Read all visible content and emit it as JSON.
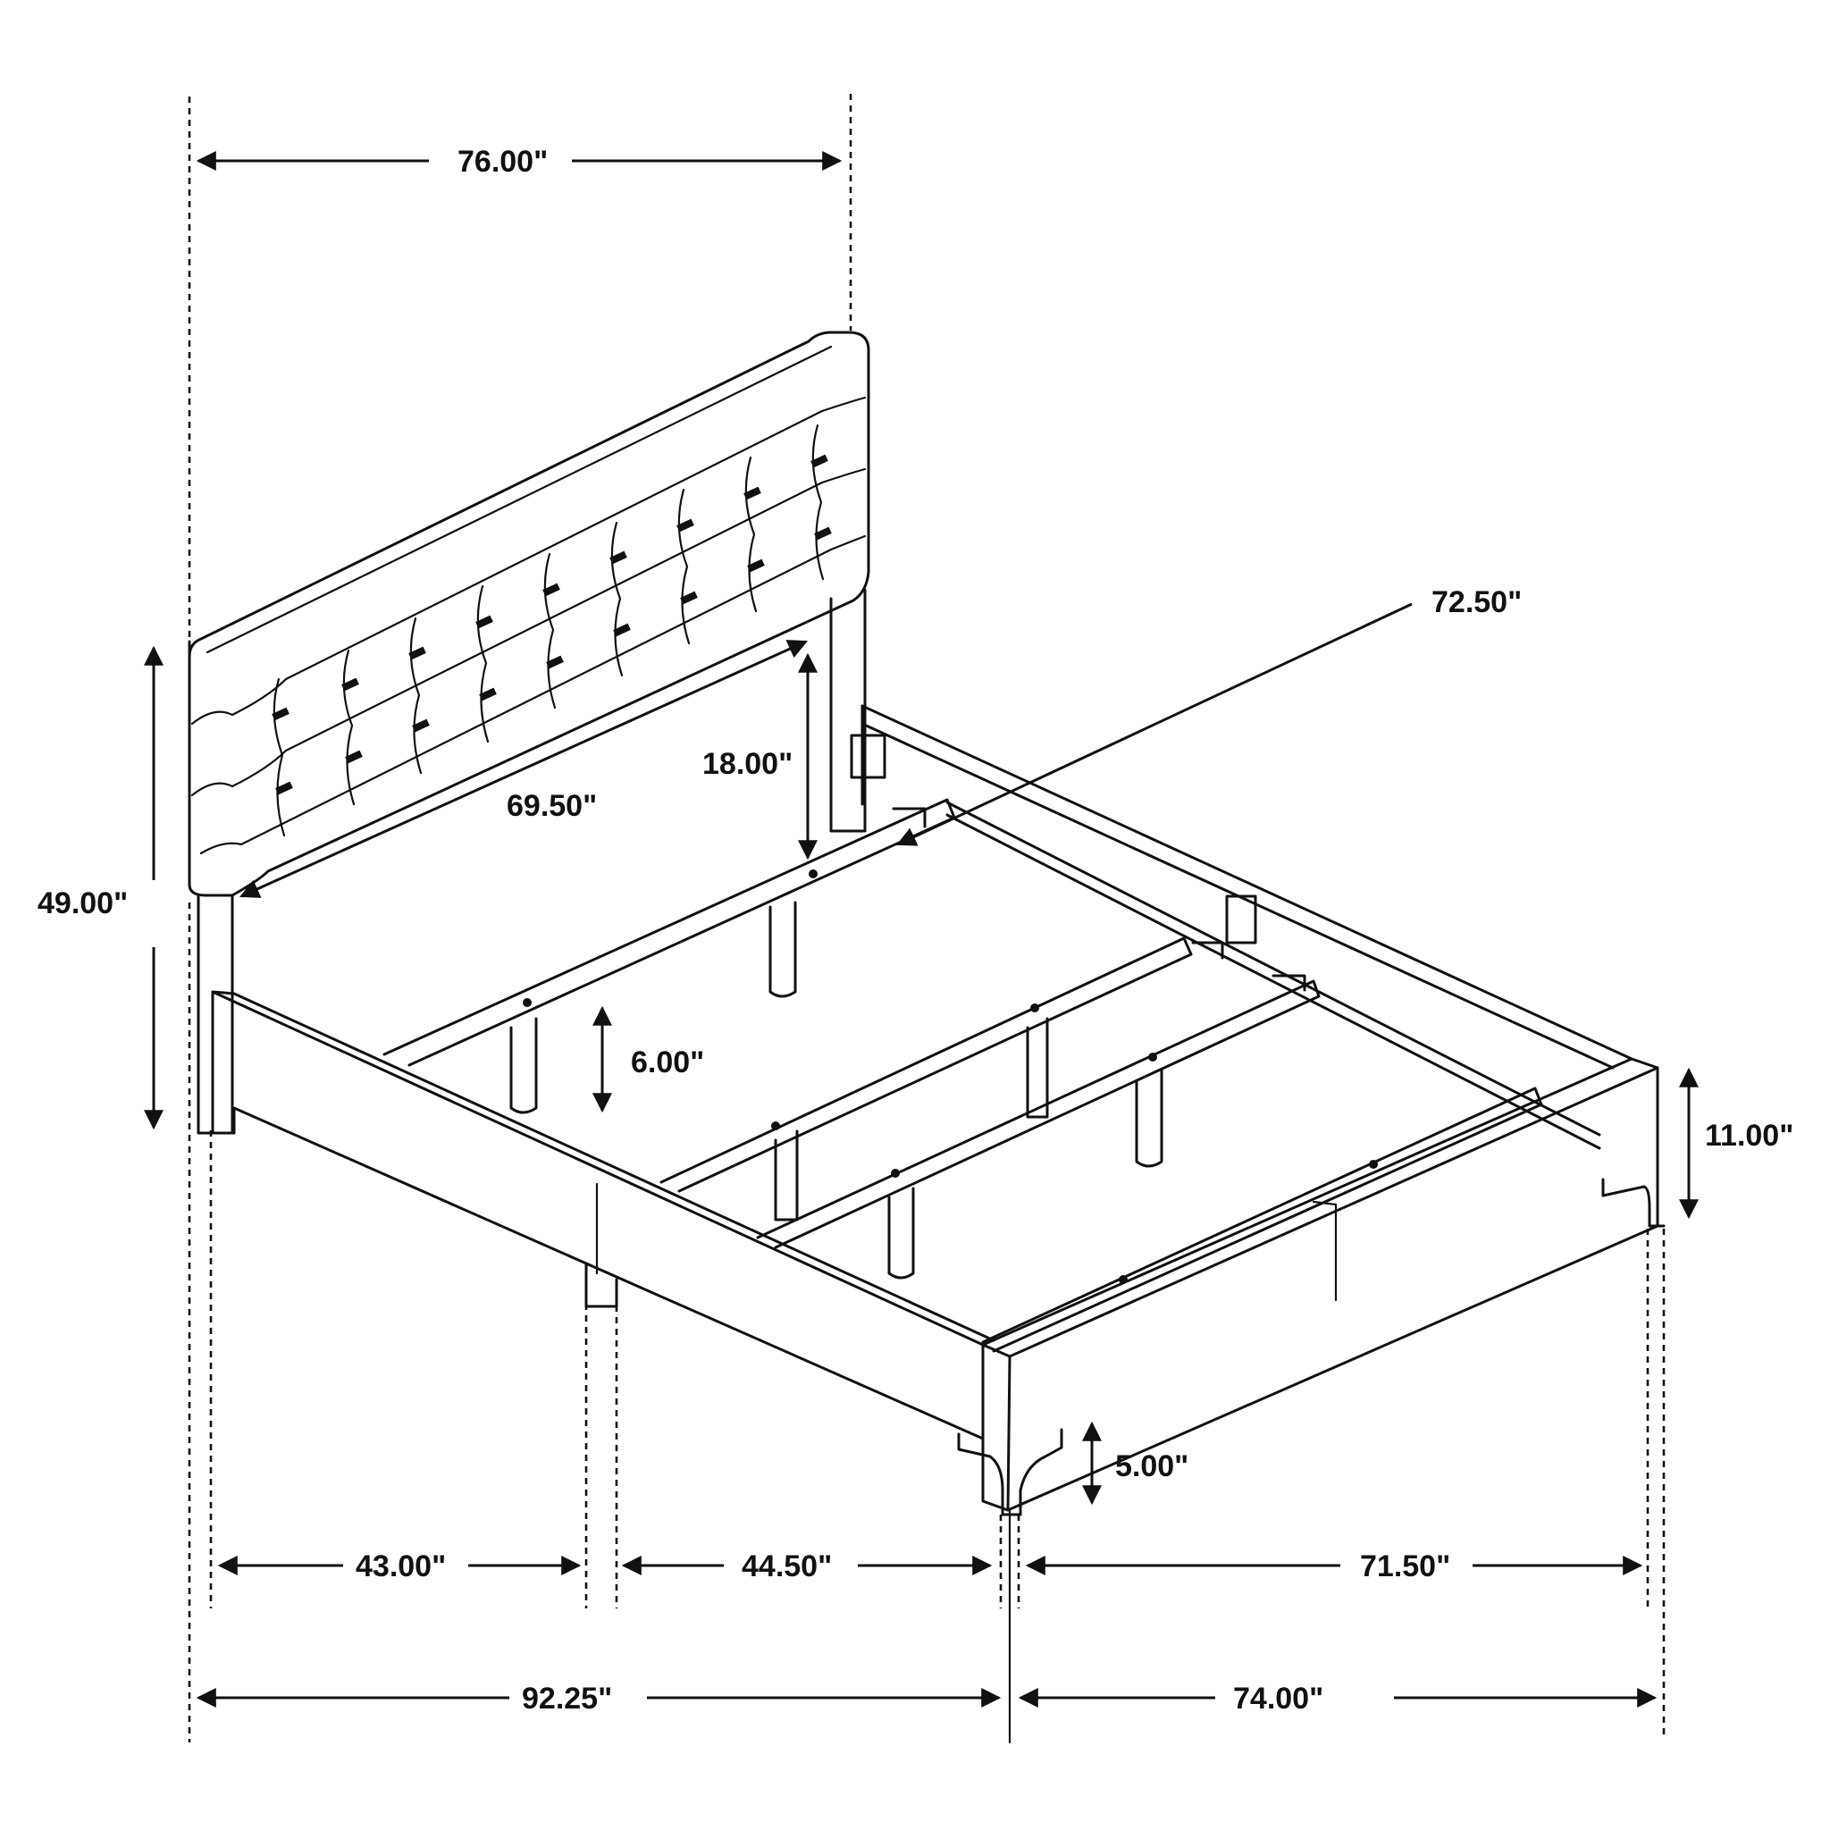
{
  "dimensions": {
    "headboard_width": "76.00\"",
    "headboard_inner_width": "69.50\"",
    "overall_height": "49.00\"",
    "headboard_height": "18.00\"",
    "rail_length": "72.50\"",
    "slat_support_height": "6.00\"",
    "rail_height": "11.00\"",
    "leg_height": "5.00\"",
    "side_segment_a": "43.00\"",
    "side_segment_b": "44.50\"",
    "foot_inner_width": "71.50\"",
    "overall_length": "92.25\"",
    "overall_width": "74.00\""
  },
  "colors": {
    "line": "#111111",
    "background": "#ffffff"
  }
}
